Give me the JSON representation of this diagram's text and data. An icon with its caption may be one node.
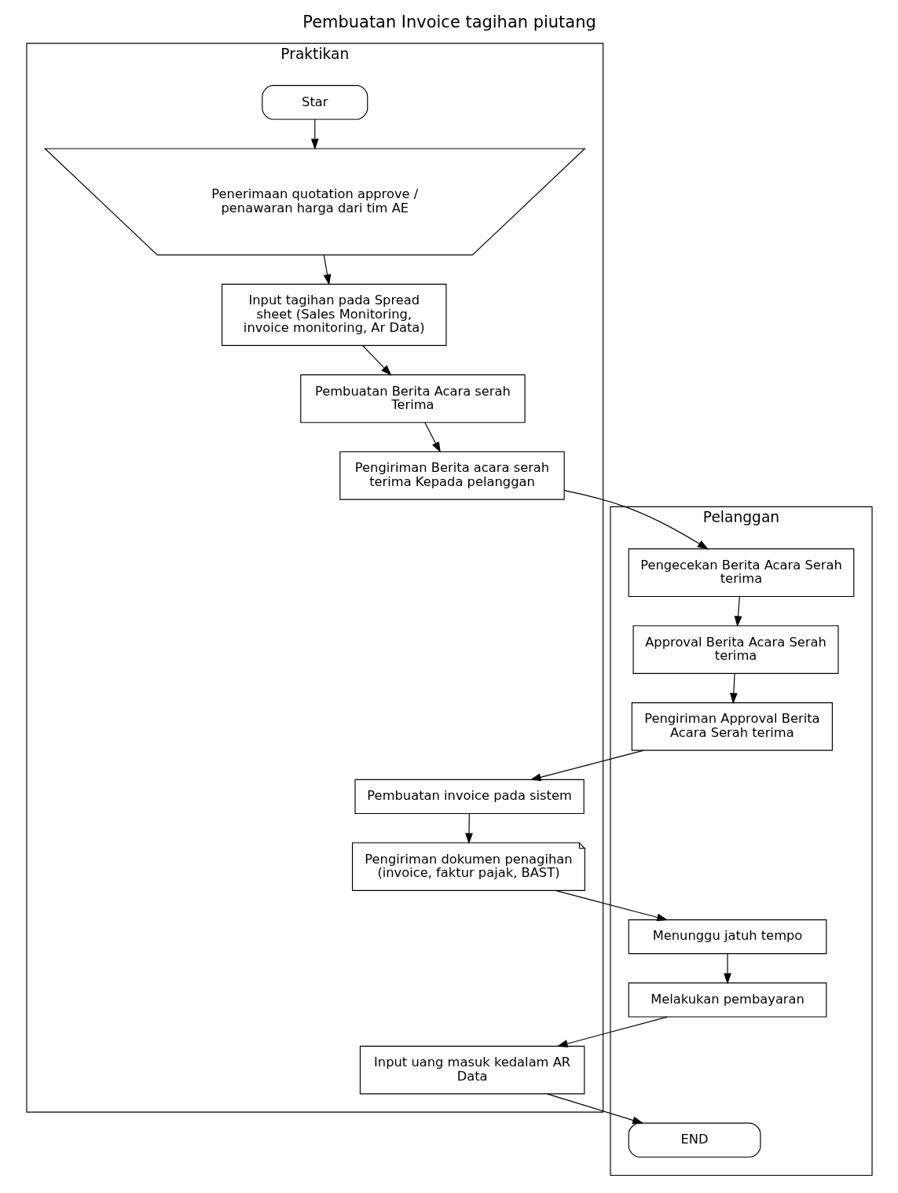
{
  "diagram": {
    "title": "Pembuatan Invoice tagihan piutang",
    "nodes": [
      {
        "text": [
          "Praktikan"
        ]
      },
      {
        "text": [
          "Pelanggan"
        ]
      },
      {
        "text": [
          "Star"
        ],
        "in": 0
      },
      {
        "text": [
          "Penerimaan quotation approve / penawaran harga dari tim AE"
        ],
        "in": 0
      },
      {
        "text": [
          "Input tagihan pada Spread sheet (Sales Monitoring, invoice monitoring, Ar Data)"
        ],
        "in": 0
      },
      {
        "text": [
          "Pembuatan Berita Acara serah Terima"
        ],
        "in": 0
      },
      {
        "text": [
          "Pengiriman Berita acara serah terima Kepada pelanggan"
        ],
        "in": 0
      },
      {
        "text": [
          "Pembuatan invoice pada sistem"
        ],
        "in": 0
      },
      {
        "text": [
          "Pengiriman dokumen penagihan (invoice, faktur pajak, BAST)"
        ],
        "in": 0
      },
      {
        "text": [
          "Input uang masuk kedalam AR Data"
        ],
        "in": 0
      },
      {
        "text": [
          "Pengecekan Berita Acara Serah terima"
        ],
        "in": 1
      },
      {
        "text": [
          "Approval Berita Acara Serah terima"
        ],
        "in": 1
      },
      {
        "text": [
          "Pengiriman Approval Berita Acara Serah terima"
        ],
        "in": 1
      },
      {
        "text": [
          "Menunggu jatuh tempo"
        ],
        "in": 1
      },
      {
        "text": [
          "Melakukan pembayaran"
        ],
        "in": 1
      },
      {
        "text": [
          "END"
        ],
        "in": 1
      }
    ],
    "edges": [
      {
        "from": 2,
        "to": 3,
        "arrow": "to"
      },
      {
        "from": 3,
        "to": 4,
        "arrow": "to"
      },
      {
        "from": 4,
        "to": 5,
        "arrow": "to"
      },
      {
        "from": 5,
        "to": 6,
        "arrow": "to"
      },
      {
        "from": 6,
        "to": 10,
        "arrow": "to"
      },
      {
        "from": 10,
        "to": 11,
        "arrow": "to"
      },
      {
        "from": 11,
        "to": 12,
        "arrow": "to"
      },
      {
        "from": 12,
        "to": 7,
        "arrow": "to"
      },
      {
        "from": 7,
        "to": 8,
        "arrow": "to"
      },
      {
        "from": 8,
        "to": 13,
        "arrow": "to"
      },
      {
        "from": 13,
        "to": 14,
        "arrow": "to"
      },
      {
        "from": 14,
        "to": 9,
        "arrow": "to"
      },
      {
        "from": 9,
        "to": 15,
        "arrow": "to"
      }
    ]
  }
}
